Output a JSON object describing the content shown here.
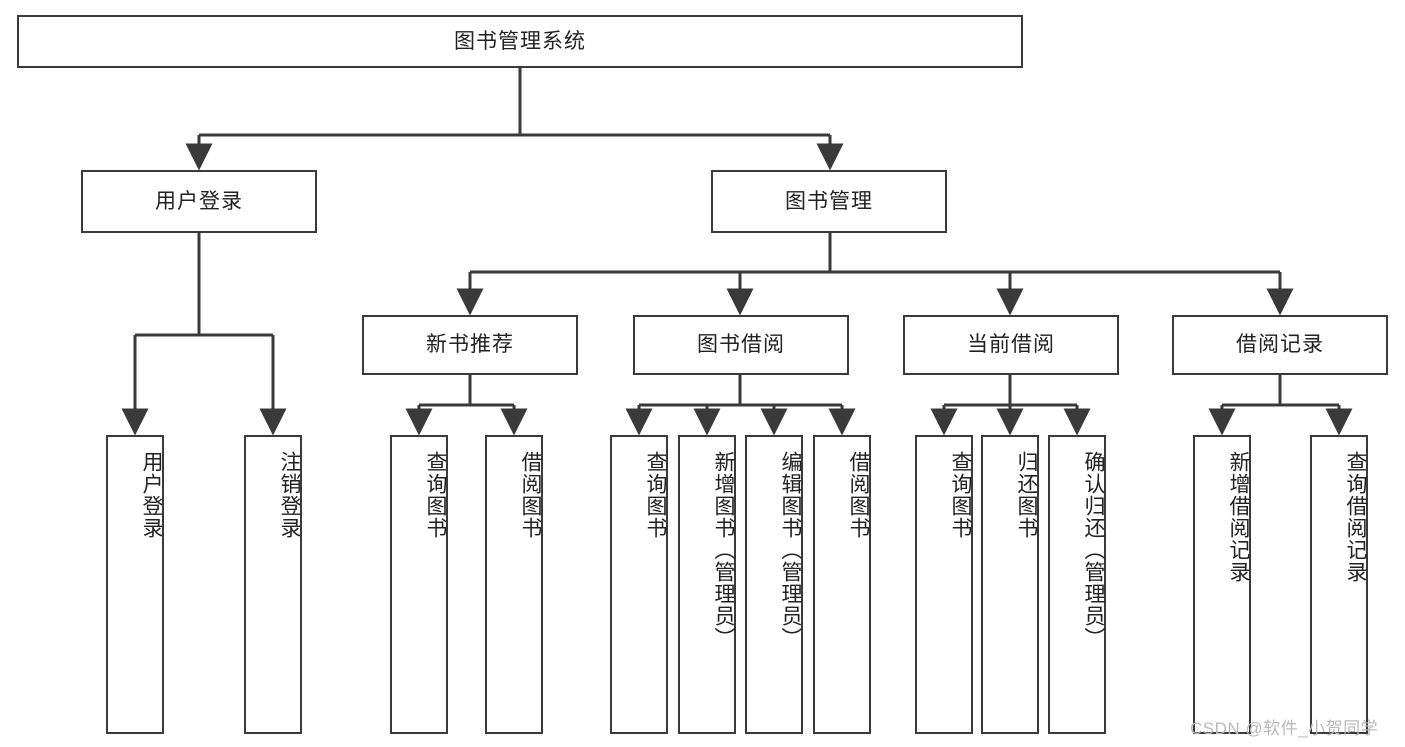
{
  "diagram": {
    "title": "图书管理系统",
    "type": "tree-structure-chart",
    "watermark": "CSDN @软件_小贺同学",
    "colors": {
      "node_border": "#3a3a3a",
      "node_fill": "#ffffff",
      "edge": "#3a3a3a",
      "text": "#222222",
      "watermark": "#b9b9b9",
      "background": "#ffffff"
    },
    "nodes": {
      "root": {
        "label": "图书管理系统"
      },
      "level2": [
        {
          "label": "用户登录"
        },
        {
          "label": "图书管理"
        }
      ],
      "level3": [
        {
          "label": "新书推荐"
        },
        {
          "label": "图书借阅"
        },
        {
          "label": "当前借阅"
        },
        {
          "label": "借阅记录"
        }
      ],
      "leaves": {
        "user_login": [
          {
            "label": "用户登录"
          },
          {
            "label": "注销登录"
          }
        ],
        "new_book_recommend": [
          {
            "label": "查询图书"
          },
          {
            "label": "借阅图书"
          }
        ],
        "book_borrow": [
          {
            "label": "查询图书"
          },
          {
            "label": "新增图书（管理员）"
          },
          {
            "label": "编辑图书（管理员）"
          },
          {
            "label": "借阅图书"
          }
        ],
        "current_borrow": [
          {
            "label": "查询图书"
          },
          {
            "label": "归还图书"
          },
          {
            "label": "确认归还（管理员）"
          }
        ],
        "borrow_record": [
          {
            "label": "新增借阅记录"
          },
          {
            "label": "查询借阅记录"
          }
        ]
      }
    }
  }
}
